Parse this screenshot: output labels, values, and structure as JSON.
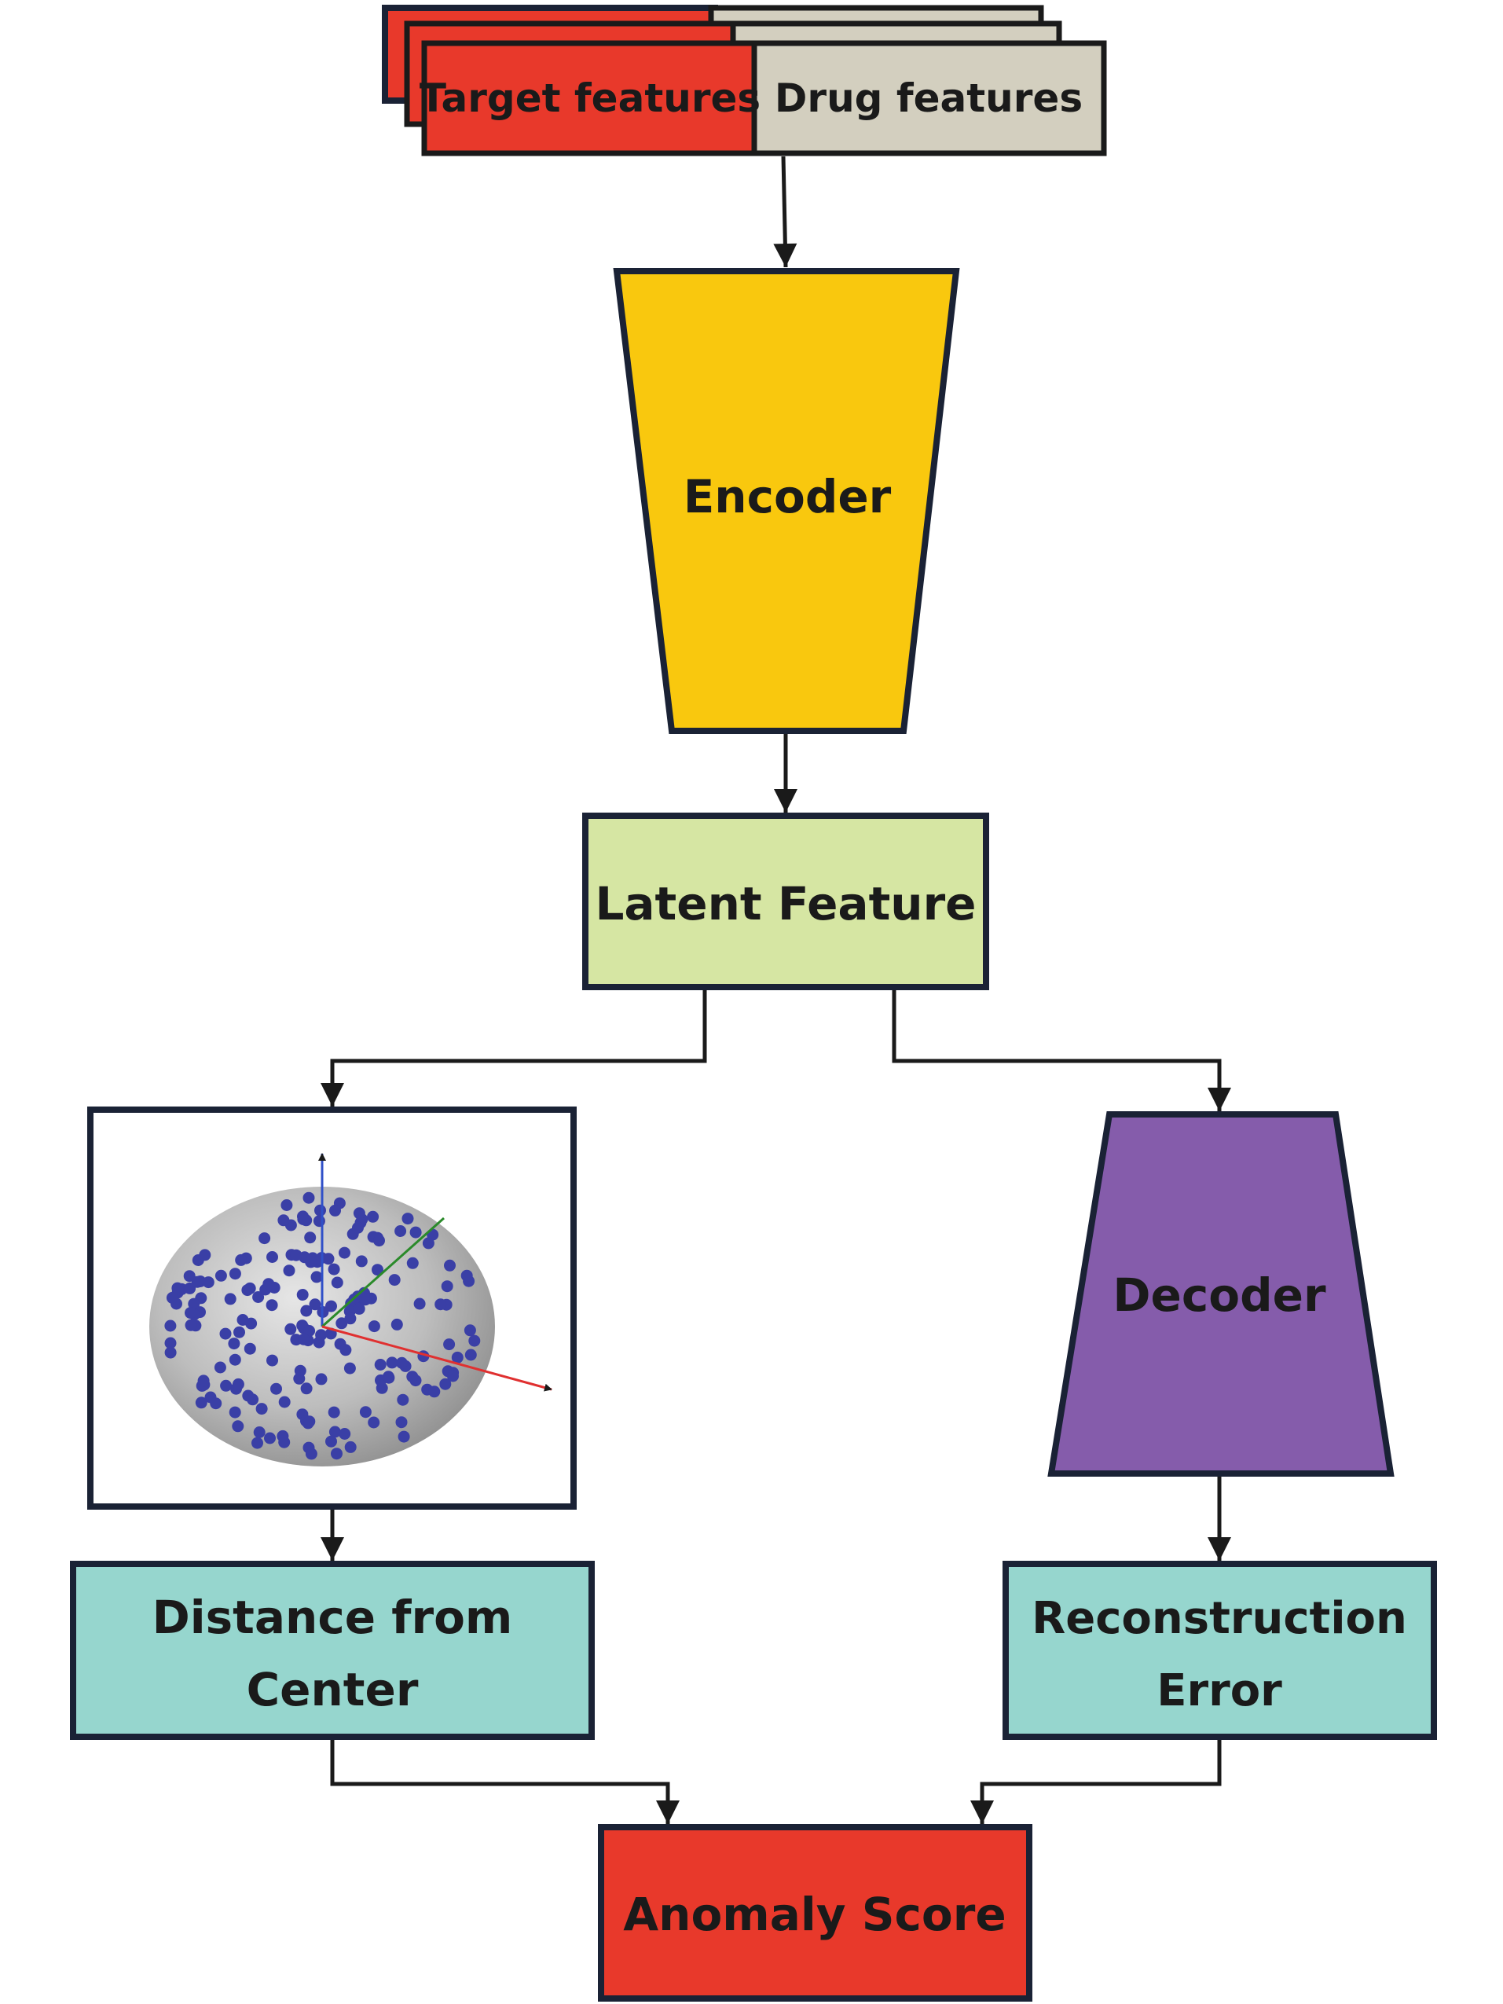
{
  "nodes": {
    "target_features": {
      "label": "Target features",
      "color": "#e8392b"
    },
    "drug_features": {
      "label": "Drug features",
      "color": "#d3cfbf"
    },
    "encoder": {
      "label": "Encoder",
      "color": "#f9c80e"
    },
    "latent_feature": {
      "label": "Latent Feature",
      "color": "#d6e6a3"
    },
    "latent_space_plot": {
      "sphere_color": "#a8a8a8",
      "point_color": "#3a3fa6",
      "axis_colors": [
        "#3050c8",
        "#2a8a2a",
        "#e03030"
      ]
    },
    "decoder": {
      "label": "Decoder",
      "color": "#855cab"
    },
    "distance_from_center": {
      "label_line1": "Distance from",
      "label_line2": "Center",
      "color": "#96d6ce"
    },
    "reconstruction_error": {
      "label_line1": "Reconstruction",
      "label_line2": "Error",
      "color": "#96d6ce"
    },
    "anomaly_score": {
      "label": "Anomaly Score",
      "color": "#e8392b"
    }
  },
  "edges": [
    {
      "from": "features",
      "to": "encoder"
    },
    {
      "from": "encoder",
      "to": "latent_feature"
    },
    {
      "from": "latent_feature",
      "to": "latent_space_plot"
    },
    {
      "from": "latent_feature",
      "to": "decoder"
    },
    {
      "from": "latent_space_plot",
      "to": "distance_from_center"
    },
    {
      "from": "decoder",
      "to": "reconstruction_error"
    },
    {
      "from": "distance_from_center",
      "to": "anomaly_score"
    },
    {
      "from": "reconstruction_error",
      "to": "anomaly_score"
    }
  ]
}
